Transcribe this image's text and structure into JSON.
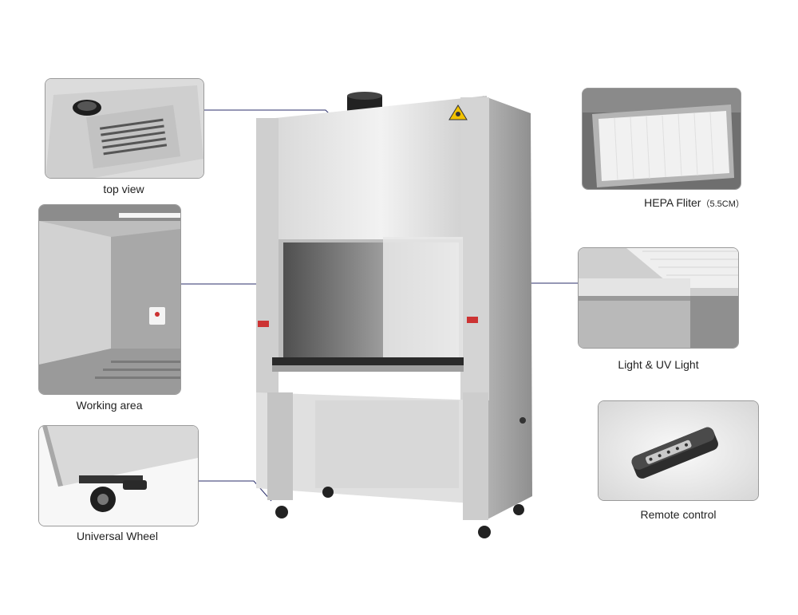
{
  "features": {
    "top_view": {
      "label": "top view"
    },
    "working_area": {
      "label": "Working area"
    },
    "universal_wheel": {
      "label": "Universal Wheel"
    },
    "hepa_filter": {
      "label": "HEPA Fliter",
      "note": "（5.5CM）"
    },
    "light_uv": {
      "label": "Light & UV Light"
    },
    "remote_control": {
      "label": "Remote control"
    }
  },
  "colors": {
    "steel_light": "#e6e6e6",
    "steel_mid": "#bdbdbd",
    "steel_dark": "#8c8c8c",
    "connector": "#2b2f6b",
    "biohazard": "#f2c200"
  },
  "icons": [
    "biohazard-warning-icon"
  ]
}
